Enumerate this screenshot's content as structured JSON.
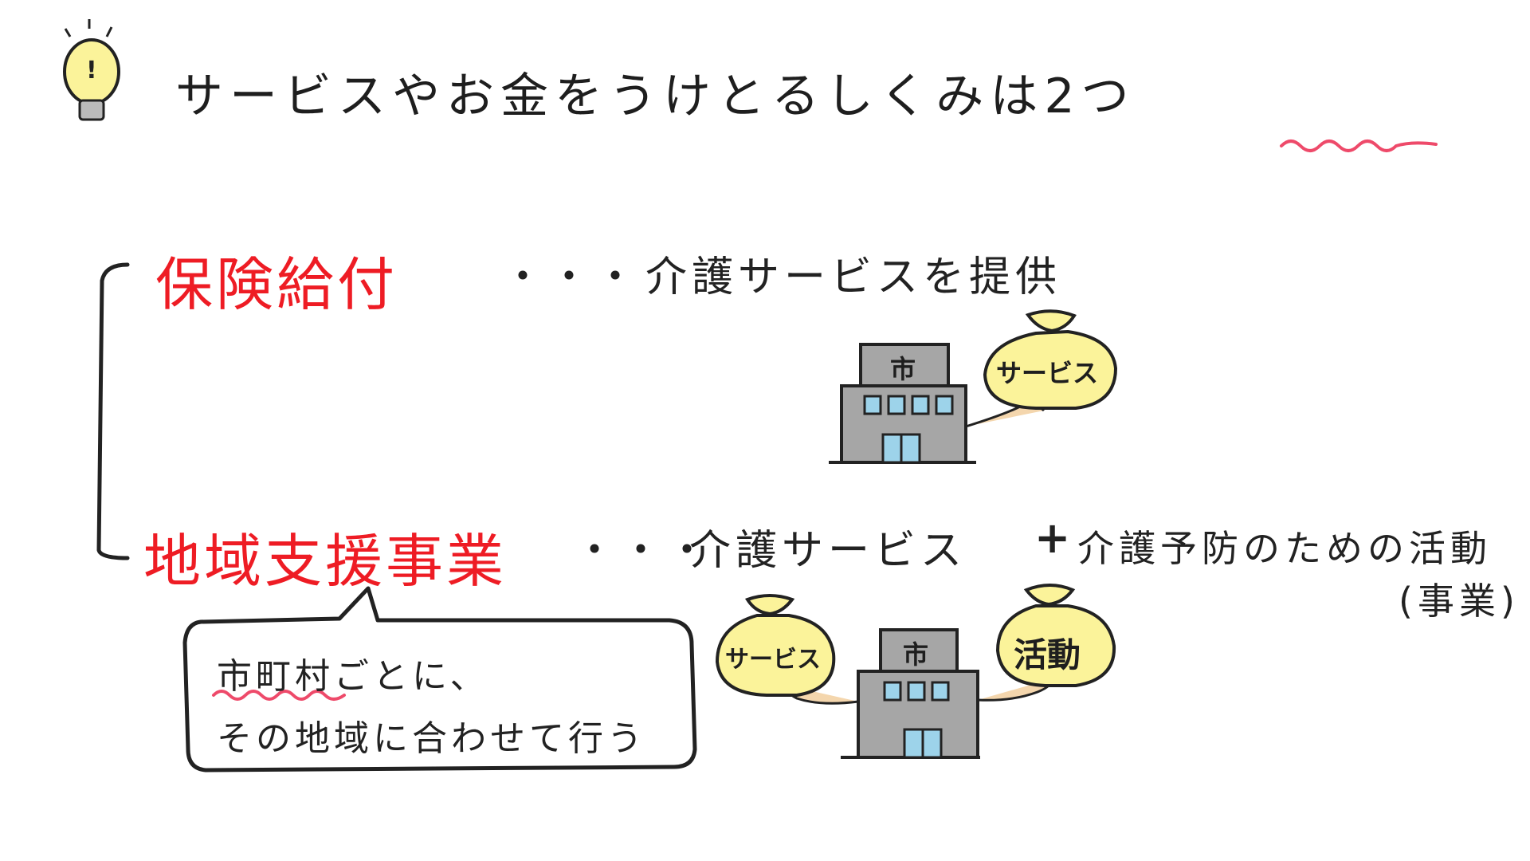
{
  "title": "サービスやお金をうけとるしくみは2つ",
  "item1": {
    "category": "保険給付",
    "dots": "・・・",
    "description": "介護サービスを提供"
  },
  "item2": {
    "category": "地域支援事業",
    "dots": "・・・",
    "description": "介護サービス",
    "plus": "+",
    "extra": "介護予防のための活動",
    "extra_note": "(事業)"
  },
  "bubble": {
    "line1": "市町村ごとに、",
    "line2": "その地域に合わせて行う"
  },
  "illustration1": {
    "building_label": "市",
    "bag_label": "サービス"
  },
  "illustration2": {
    "building_label": "市",
    "bag_left_label": "サービス",
    "bag_right_label": "活動"
  },
  "colors": {
    "accent_red": "#ee1c24",
    "bag_yellow": "#fbf39a",
    "building_gray": "#a6a6a6",
    "window_blue": "#9dd3ea",
    "squiggle_pink": "#ee4a6a"
  }
}
